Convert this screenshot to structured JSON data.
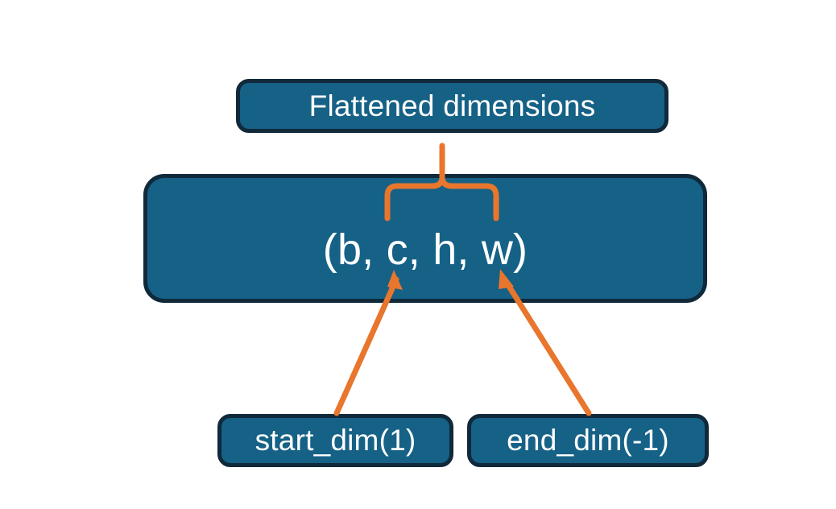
{
  "diagram": {
    "title_box": {
      "label": "Flattened dimensions"
    },
    "shape_box": {
      "label": "(b, c, h, w)"
    },
    "start_dim_box": {
      "label": "start_dim(1)"
    },
    "end_dim_box": {
      "label": "end_dim(-1)"
    },
    "connectors": {
      "brace_name": "curly-brace-up",
      "start_dim_arrow_name": "start-dim-arrow",
      "end_dim_arrow_name": "end-dim-arrow"
    },
    "colors": {
      "box_fill": "#166186",
      "box_border": "#10293b",
      "text": "#ffffff",
      "accent": "#e8762c",
      "background": "#ffffff"
    }
  }
}
